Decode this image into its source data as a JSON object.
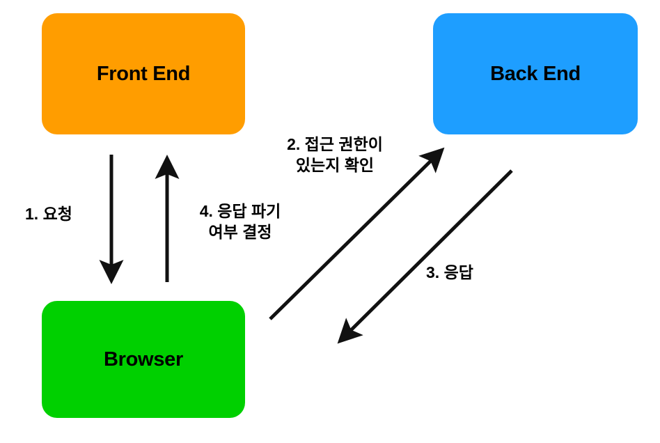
{
  "diagram": {
    "title": "Front End / Back End / Browser request flow",
    "background_color": "#FFFFFF",
    "nodes": [
      {
        "id": "front-end",
        "label": "Front End",
        "color": "#FF9D00"
      },
      {
        "id": "back-end",
        "label": "Back End",
        "color": "#1E9EFF"
      },
      {
        "id": "browser",
        "label": "Browser",
        "color": "#00D000"
      }
    ],
    "edges": [
      {
        "id": "request",
        "label": "1. 요청",
        "from": "front-end",
        "to": "browser",
        "direction": "down",
        "color": "#111111"
      },
      {
        "id": "check-auth",
        "label": "2. 접근 권한이\n있는지 확인",
        "from": "browser",
        "to": "back-end",
        "direction": "up-right",
        "color": "#111111"
      },
      {
        "id": "response",
        "label": "3. 응답",
        "from": "back-end",
        "to": "browser",
        "direction": "down-left",
        "color": "#111111"
      },
      {
        "id": "discard-decision",
        "label": "4. 응답 파기\n여부 결정",
        "from": "browser",
        "to": "front-end",
        "direction": "up",
        "color": "#111111"
      }
    ]
  }
}
